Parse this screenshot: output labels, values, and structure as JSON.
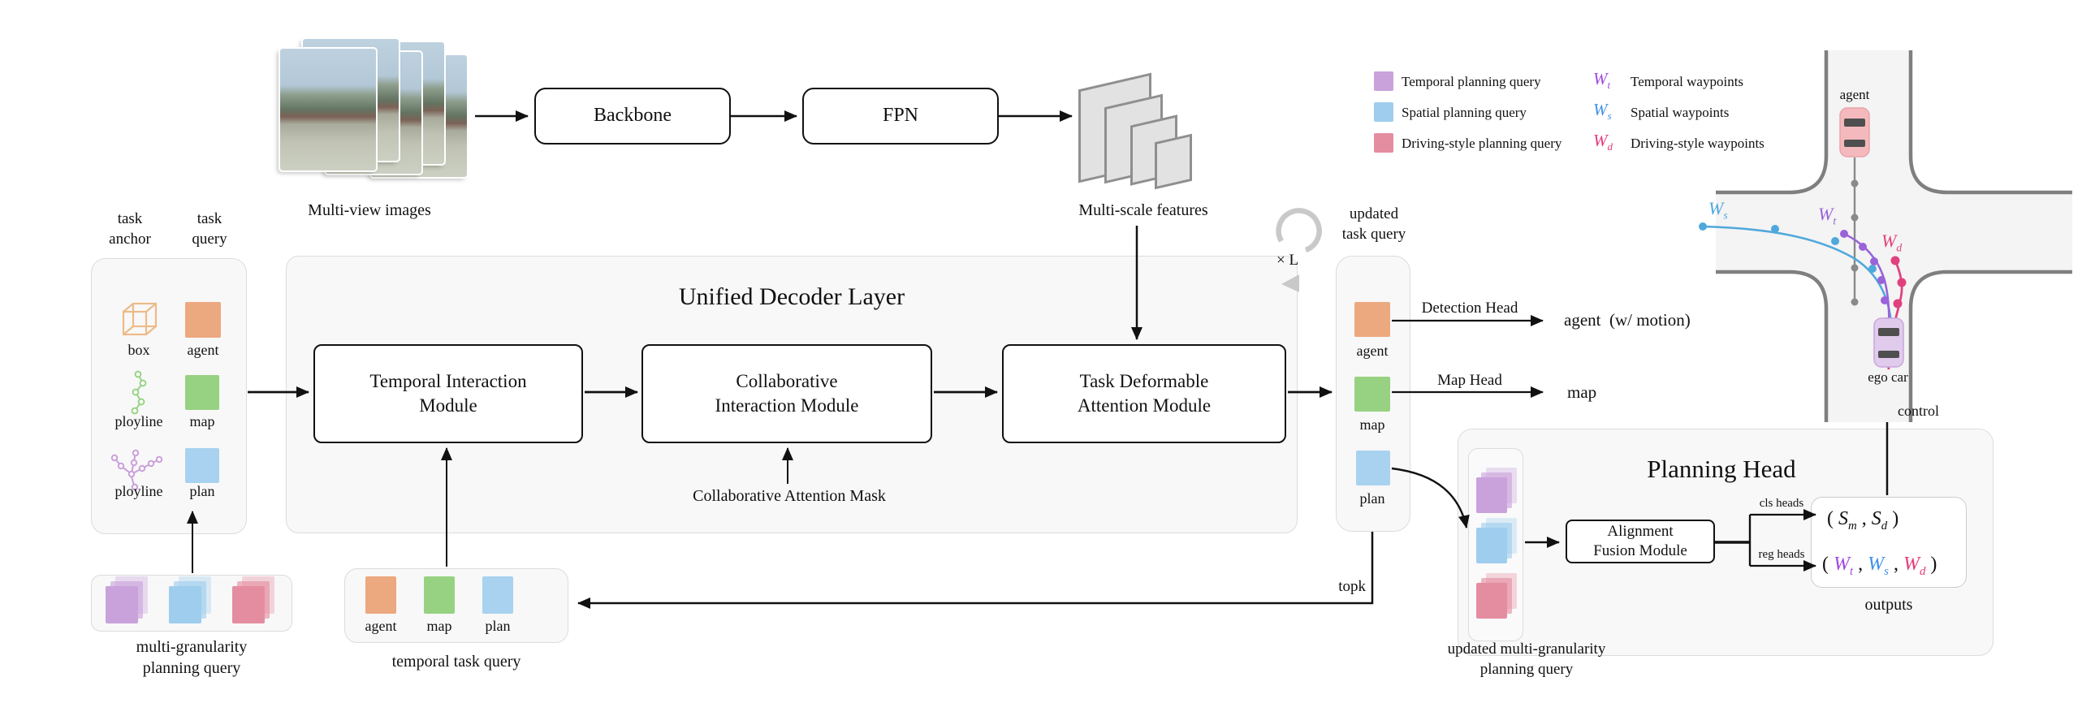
{
  "colors": {
    "agent_query": "#ECA87E",
    "map_query": "#97D282",
    "plan_query": "#A8D2EF",
    "temporal_query": "#C9A2DC",
    "spatial_query": "#9ECDEE",
    "driving_query": "#E58DA0",
    "wt": "#A148E0",
    "ws": "#4090E8",
    "wd": "#E6397A",
    "traj_wt": "#9A63D8",
    "traj_ws": "#4FA8DC",
    "traj_wd": "#E0417E",
    "traj_agent": "#8A8A8A",
    "road_line": "#7F7F7F"
  },
  "pipeline": {
    "multi_view_label": "Multi-view images",
    "backbone_label": "Backbone",
    "fpn_label": "FPN",
    "multi_scale_label": "Multi-scale features"
  },
  "task_panel": {
    "anchor_header": "task\nanchor",
    "query_header": "task\nquery",
    "anchor_labels": [
      "box",
      "ployline",
      "ployline"
    ],
    "query_labels": [
      "agent",
      "map",
      "plan"
    ]
  },
  "decoder": {
    "title": "Unified Decoder Layer",
    "loop_label": "× L",
    "module1": "Temporal Interaction\nModule",
    "module2": "Collaborative\nInteraction Module",
    "module3": "Task Deformable\nAttention Module",
    "mask_label": "Collaborative Attention Mask"
  },
  "updated_panel": {
    "header": "updated\ntask  query",
    "row_labels": [
      "agent",
      "map",
      "plan"
    ],
    "detection_head_label": "Detection Head",
    "map_head_label": "Map Head",
    "agent_output": "agent  (w/ motion)",
    "map_output": "map",
    "topk_label": "topk"
  },
  "bottom": {
    "mgq_label": "multi-granularity\nplanning query",
    "ttq_labels": [
      "agent",
      "map",
      "plan"
    ],
    "ttq_caption": "temporal task query"
  },
  "planning_head": {
    "title": "Planning Head",
    "afm_label": "Alignment\nFusion Module",
    "cls_heads_label": "cls heads",
    "reg_heads_label": "reg heads",
    "outputs_caption": "outputs",
    "updated_mgq_label": "updated multi-granularity\nplanning query",
    "cls_output": {
      "open": "( ",
      "s1": "S",
      "s1_sub": "m",
      "comma": " , ",
      "s2": "S",
      "s2_sub": "d",
      "close": " )"
    },
    "reg_output": {
      "open": "( ",
      "w1": "W",
      "w1_sub": "t",
      "c1": " , ",
      "w2": "W",
      "w2_sub": "s",
      "c2": " , ",
      "w3": "W",
      "w3_sub": "d",
      "close": " )"
    }
  },
  "legend": {
    "queries": [
      {
        "label": "Temporal planning query"
      },
      {
        "label": "Spatial planning query"
      },
      {
        "label": "Driving-style planning query"
      }
    ],
    "waypoints": [
      {
        "symbol": "W",
        "sub": "t",
        "label": "Temporal waypoints"
      },
      {
        "symbol": "W",
        "sub": "s",
        "label": "Spatial waypoints"
      },
      {
        "symbol": "W",
        "sub": "d",
        "label": "Driving-style waypoints"
      }
    ]
  },
  "scene": {
    "agent_label": "agent",
    "ego_label": "ego car",
    "control_label": "control",
    "ws": {
      "symbol": "W",
      "sub": "s"
    },
    "wt": {
      "symbol": "W",
      "sub": "t"
    },
    "wd": {
      "symbol": "W",
      "sub": "d"
    }
  }
}
